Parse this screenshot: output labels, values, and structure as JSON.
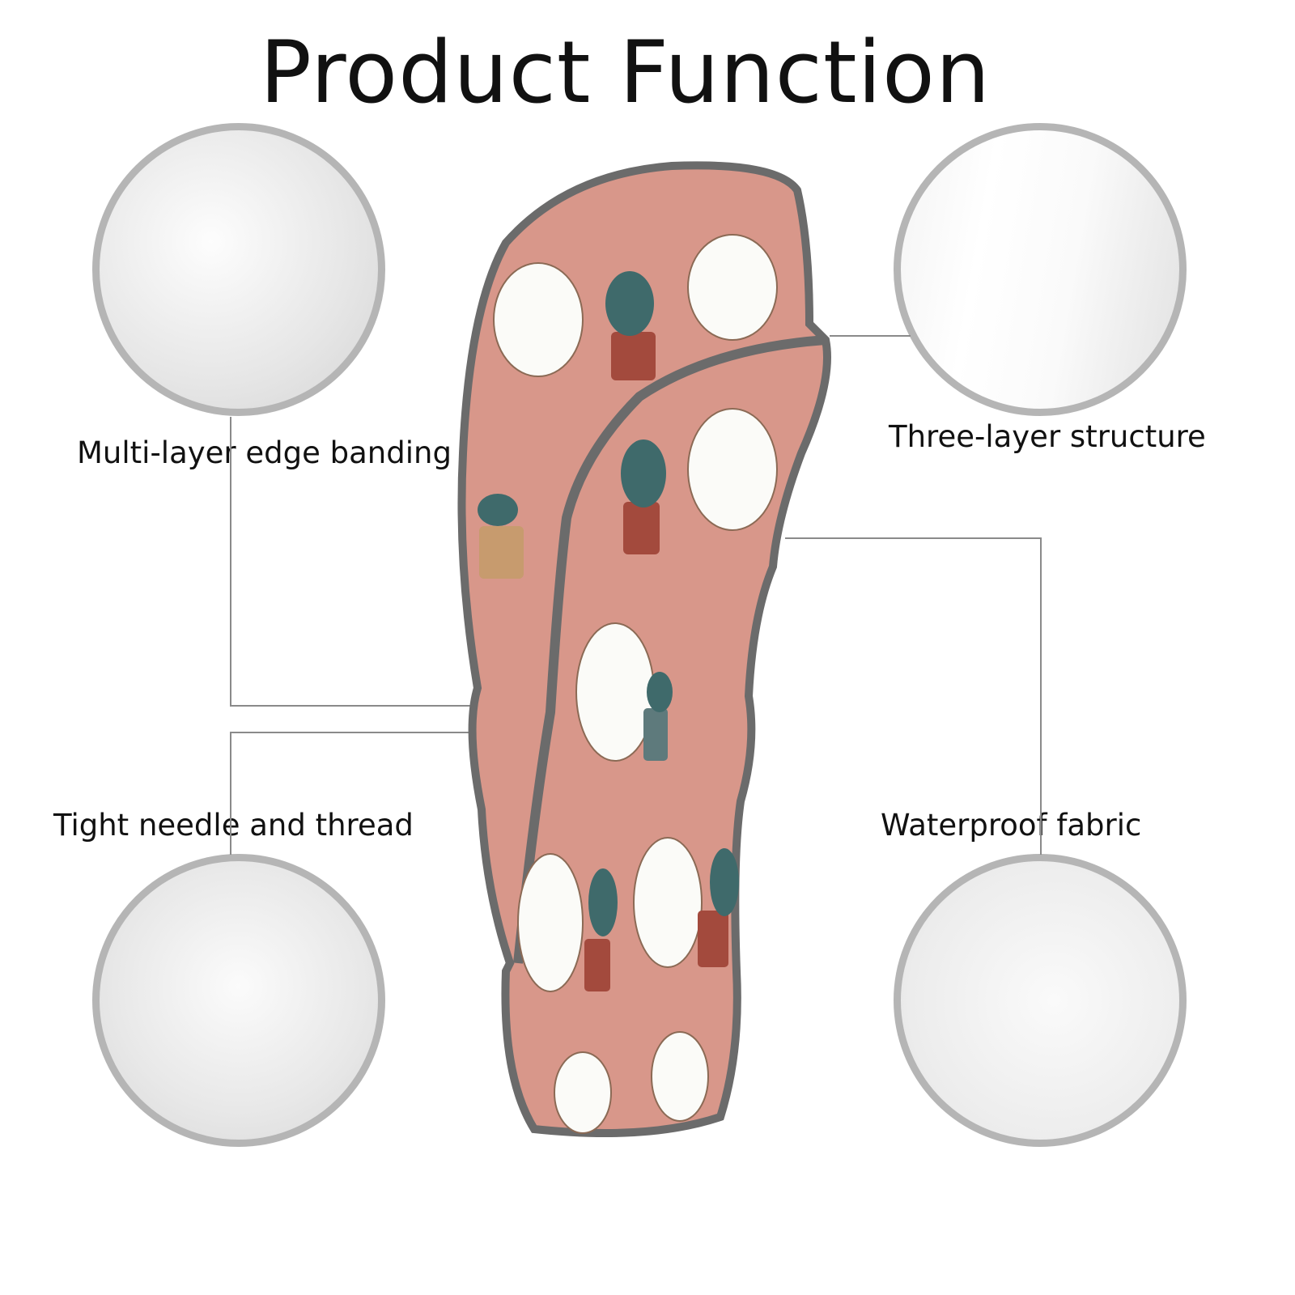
{
  "title": "Product Function",
  "features": [
    {
      "label": "Multi-layer edge banding"
    },
    {
      "label": "Three-layer structure"
    },
    {
      "label": "Tight needle and thread"
    },
    {
      "label": "Waterproof fabric"
    }
  ],
  "colors": {
    "fabric": "#d8978a",
    "edge": "#6b6b6b",
    "circle_border": "#b5b5b5",
    "line": "#8a8a8a"
  }
}
